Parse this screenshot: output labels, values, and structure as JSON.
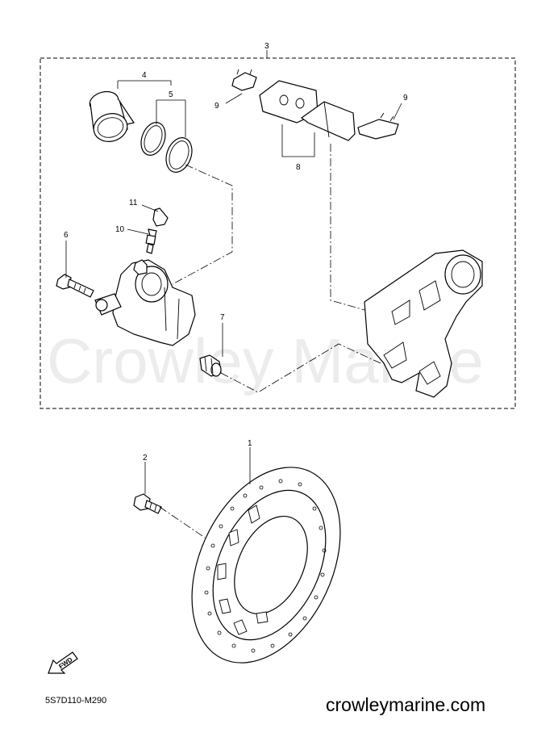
{
  "watermark": "Crowley Marine",
  "callouts": {
    "c1": "1",
    "c2": "2",
    "c3": "3",
    "c4": "4",
    "c5": "5",
    "c6": "6",
    "c7": "7",
    "c8": "8",
    "c9a": "9",
    "c9b": "9",
    "c10": "10",
    "c11": "11"
  },
  "fwd_label": "FWD",
  "diagram_code": "5S7D110-M290",
  "website": "crowleymarine.com"
}
